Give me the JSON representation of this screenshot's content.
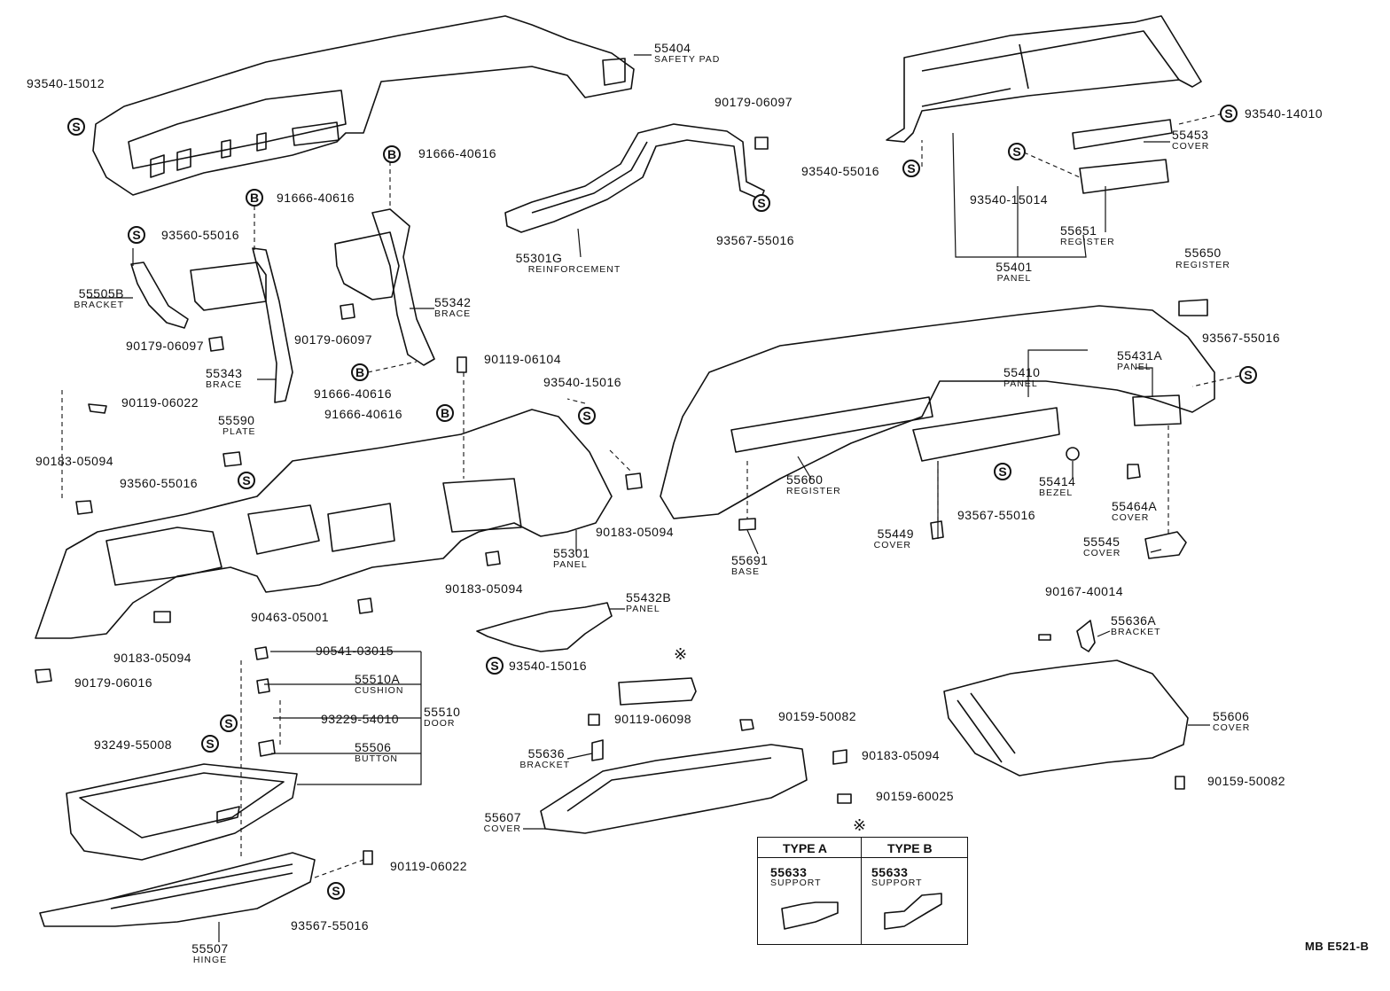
{
  "labels": {
    "p55404": {
      "num": "55404",
      "name": "SAFETY PAD"
    },
    "p55301G": {
      "num": "55301G",
      "name": "REINFORCEMENT"
    },
    "p55505B": {
      "num": "55505B",
      "name": "BRACKET"
    },
    "p55342": {
      "num": "55342",
      "name": "BRACE"
    },
    "p55343": {
      "num": "55343",
      "name": "BRACE"
    },
    "p55590": {
      "num": "55590",
      "name": "PLATE"
    },
    "p55301": {
      "num": "55301",
      "name": "PANEL"
    },
    "p55432B": {
      "num": "55432B",
      "name": "PANEL"
    },
    "p55510A": {
      "num": "55510A",
      "name": "CUSHION"
    },
    "p55510": {
      "num": "55510",
      "name": "DOOR"
    },
    "p55506": {
      "num": "55506",
      "name": "BUTTON"
    },
    "p55507": {
      "num": "55507",
      "name": "HINGE"
    },
    "p55636": {
      "num": "55636",
      "name": "BRACKET"
    },
    "p55607": {
      "num": "55607",
      "name": "COVER"
    },
    "p55453": {
      "num": "55453",
      "name": "COVER"
    },
    "p55651": {
      "num": "55651",
      "name": "REGISTER"
    },
    "p55401": {
      "num": "55401",
      "name": "PANEL"
    },
    "p55650": {
      "num": "55650",
      "name": "REGISTER"
    },
    "p55431A": {
      "num": "55431A",
      "name": "PANEL"
    },
    "p55410": {
      "num": "55410",
      "name": "PANEL"
    },
    "p55660": {
      "num": "55660",
      "name": "REGISTER"
    },
    "p55414": {
      "num": "55414",
      "name": "BEZEL"
    },
    "p55464A": {
      "num": "55464A",
      "name": "COVER"
    },
    "p55449": {
      "num": "55449",
      "name": "COVER"
    },
    "p55545": {
      "num": "55545",
      "name": "COVER"
    },
    "p55691": {
      "num": "55691",
      "name": "BASE"
    },
    "p55636A": {
      "num": "55636A",
      "name": "BRACKET"
    },
    "p55606": {
      "num": "55606",
      "name": "COVER"
    }
  },
  "fasteners": {
    "f1": "93540-15012",
    "f2": "91666-40616",
    "f3": "91666-40616",
    "f4": "93560-55016",
    "f5": "90179-06097",
    "f6": "90179-06097",
    "f7": "90179-06097",
    "f8": "93567-55016",
    "f9": "91666-40616",
    "f10": "90119-06104",
    "f11": "91666-40616",
    "f12": "93540-15016",
    "f13": "90119-06022",
    "f14": "90183-05094",
    "f15": "93560-55016",
    "f16": "90183-05094",
    "f17": "90183-05094",
    "f18": "90463-05001",
    "f19": "90183-05094",
    "f20": "90179-06016",
    "f21": "90541-03015",
    "f22": "93229-54010",
    "f23": "93249-55008",
    "f24": "93540-15016",
    "f25": "90119-06098",
    "f26": "90159-50082",
    "f27": "90183-05094",
    "f28": "90159-60025",
    "f29": "90119-06022",
    "f30": "93567-55016",
    "f31": "93540-14010",
    "f32": "93540-55016",
    "f33": "93540-15014",
    "f34": "93567-55016",
    "f35": "93567-55016",
    "f36": "90167-40014",
    "f37": "90159-50082"
  },
  "symbols": {
    "s": "S",
    "b": "B",
    "note": "※"
  },
  "type_table": {
    "type_a": {
      "header": "TYPE A",
      "num": "55633",
      "name": "SUPPORT"
    },
    "type_b": {
      "header": "TYPE B",
      "num": "55633",
      "name": "SUPPORT"
    }
  },
  "diagram_code": "MB E521-B"
}
